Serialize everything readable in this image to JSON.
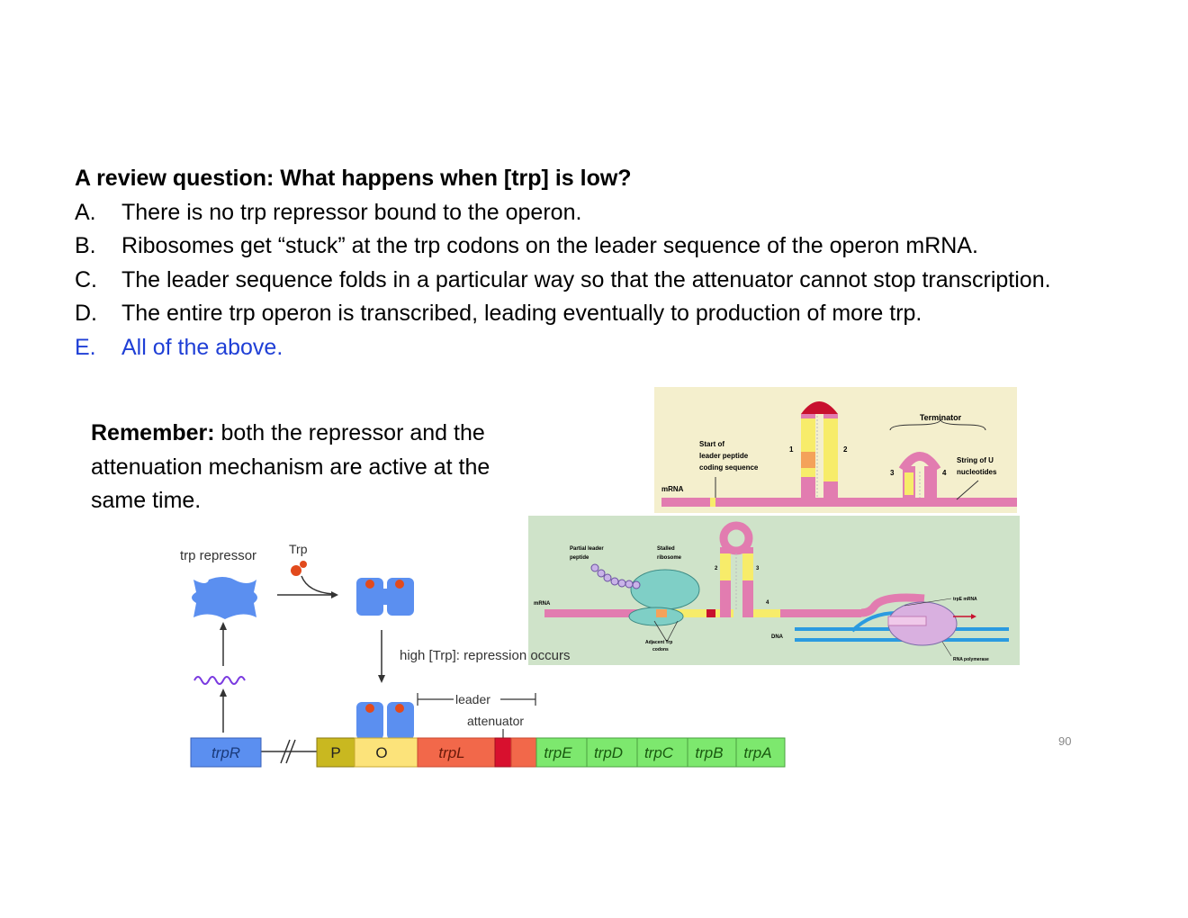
{
  "question": {
    "title": "A review question: What happens when [trp] is low?",
    "options": [
      {
        "letter": "A.",
        "text": "There is no trp repressor bound to the operon."
      },
      {
        "letter": "B.",
        "text": "Ribosomes get “stuck” at the trp codons on the leader sequence of the operon mRNA."
      },
      {
        "letter": "C.",
        "text": "The leader sequence folds in a particular way so that the attenuator cannot stop transcription."
      },
      {
        "letter": "D.",
        "text": "The entire trp operon is transcribed, leading eventually to production of more trp."
      },
      {
        "letter": "E.",
        "text": "All of the above."
      }
    ],
    "answer_color": "#1f3fd6"
  },
  "remember": {
    "label": "Remember:",
    "text": " both the repressor and the attenuation mechanism are active at the same time."
  },
  "figure_leader": {
    "terminator": "Terminator",
    "start_label_1": "Start of",
    "start_label_2": "leader peptide",
    "start_label_3": "coding sequence",
    "region_1": "1",
    "region_2": "2",
    "region_3": "3",
    "region_4": "4",
    "string_u_1": "String of U",
    "string_u_2": "nucleotides",
    "mrna": "mRNA"
  },
  "figure_stall": {
    "partial_1": "Partial leader",
    "partial_2": "peptide",
    "stalled_1": "Stalled",
    "stalled_2": "ribosome",
    "region_2": "2",
    "region_3": "3",
    "region_4": "4",
    "mrna": "mRNA",
    "trp_mrna": "trpE mRNA",
    "adjacent_1": "Adjacent Trp",
    "adjacent_2": "codons",
    "dna": "DNA",
    "rna_pol": "RNA polymerase"
  },
  "figure_operon": {
    "trp_repressor": "trp repressor",
    "trp": "Trp",
    "high_trp": "high [Trp]: repression occurs",
    "leader": "leader",
    "attenuator": "attenuator",
    "genes": [
      "trpR",
      "P",
      "O",
      "trpL",
      "trpE",
      "trpD",
      "trpC",
      "trpB",
      "trpA"
    ]
  },
  "page_number": "90",
  "colors": {
    "mrna_pink": "#e27cb0",
    "leader_yellow": "#f7ec6a",
    "stop_red": "#c8102e",
    "repressor_blue": "#5b8ff0",
    "trp_red": "#e24a1c",
    "genes_green": "#7de86e",
    "trpL_orange": "#f2684a",
    "panel_beige": "#f4efcd",
    "panel_green": "#cfe3c9"
  }
}
